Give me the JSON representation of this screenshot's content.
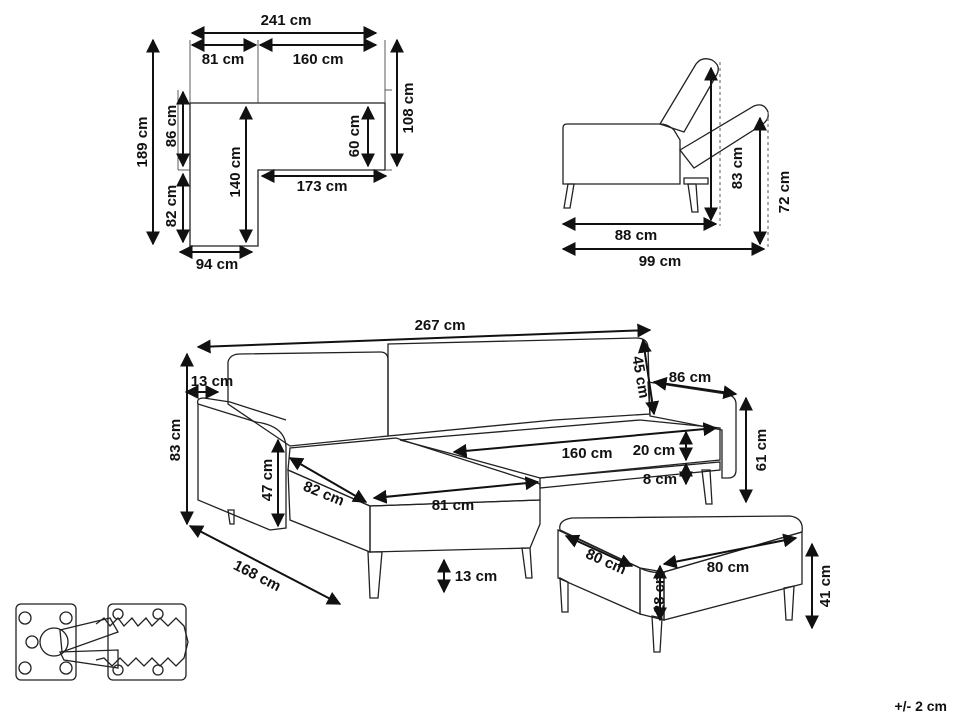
{
  "plan_view": {
    "total_width": "241 cm",
    "chaise_width_top": "81 cm",
    "sofa_length_top": "160 cm",
    "total_depth": "189 cm",
    "upper_depth": "86 cm",
    "lower_depth": "82 cm",
    "inner_chaise_length": "140 cm",
    "seat_depth": "60 cm",
    "right_depth": "108 cm",
    "seat_length": "173 cm",
    "chaise_width_bottom": "94 cm"
  },
  "side_view": {
    "seat_length": "88 cm",
    "reclined_length": "99 cm",
    "reclined_height": "83 cm",
    "back_height": "72 cm"
  },
  "perspective_view": {
    "total_length": "267 cm",
    "backrest_height": "45 cm",
    "right_depth": "86 cm",
    "armrest_width": "13 cm",
    "total_height": "83 cm",
    "arm_height": "47 cm",
    "chaise_depth": "82 cm",
    "chaise_width": "81 cm",
    "seat_length": "160 cm",
    "cushion_thickness": "20 cm",
    "base_height": "8 cm",
    "seat_height": "61 cm",
    "leg_height": "13 cm",
    "chaise_length": "168 cm"
  },
  "ottoman": {
    "depth": "80 cm",
    "width": "80 cm",
    "cushion_height": "28 cm",
    "height": "41 cm"
  },
  "tolerance": "+/- 2 cm"
}
